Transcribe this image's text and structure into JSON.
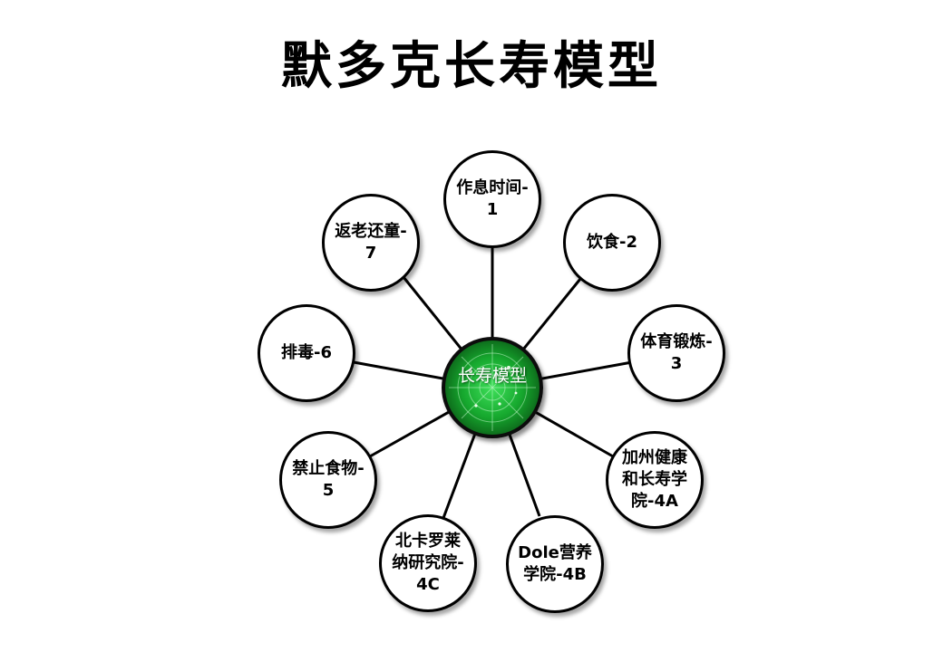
{
  "title": "默多克长寿模型",
  "hub": {
    "label": "长寿模型"
  },
  "nodes": [
    {
      "label": "作息时间-1"
    },
    {
      "label": "饮食-2"
    },
    {
      "label": "体育锻炼-3"
    },
    {
      "label": "加州健康和长寿学院-4A"
    },
    {
      "label": "Dole营养学院-4B"
    },
    {
      "label": "北卡罗莱纳研究院-4C"
    },
    {
      "label": "禁止食物-5"
    },
    {
      "label": "排毒-6"
    },
    {
      "label": "返老还童-7"
    }
  ],
  "colors": {
    "hub_green": "#16a82e",
    "border": "#000000",
    "background": "#ffffff"
  }
}
